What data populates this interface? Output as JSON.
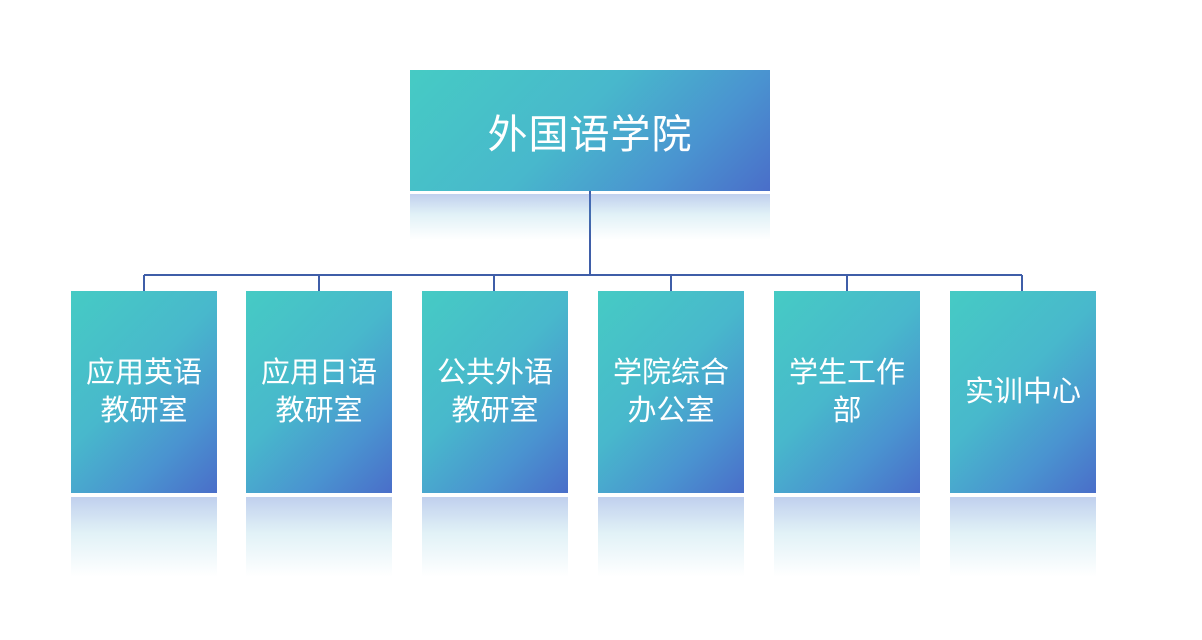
{
  "root": {
    "label": "外国语学院"
  },
  "children": [
    {
      "line1": "应用英语",
      "line2": "教研室"
    },
    {
      "line1": "应用日语",
      "line2": "教研室"
    },
    {
      "line1": "公共外语",
      "line2": "教研室"
    },
    {
      "line1": "学院综合",
      "line2": "办公室"
    },
    {
      "line1": "学生工作",
      "line2": "部"
    },
    {
      "line1": "实训中心",
      "line2": ""
    }
  ],
  "colors": {
    "gradient_start": "#46cbc4",
    "gradient_end": "#4a6ec9",
    "connector": "#3f5ea8",
    "text": "#ffffff"
  }
}
